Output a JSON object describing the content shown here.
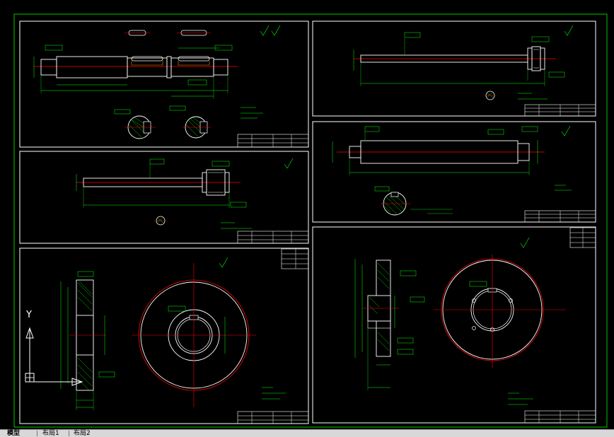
{
  "app": {
    "colors": {
      "background": "#000000",
      "sheet_border": "#ffffff",
      "drawing_border": "#00c800",
      "geometry": "#ffffff",
      "dimension": "#00ff00",
      "centerline": "#ff0000",
      "tabbar": "#d8d8d8"
    }
  },
  "tabs": {
    "model": "模型",
    "layout1": "布局1",
    "layout2": "布局2"
  },
  "ucs": {
    "y_label": "Y"
  },
  "icons": {
    "ucs": "ucs-axis-icon"
  }
}
